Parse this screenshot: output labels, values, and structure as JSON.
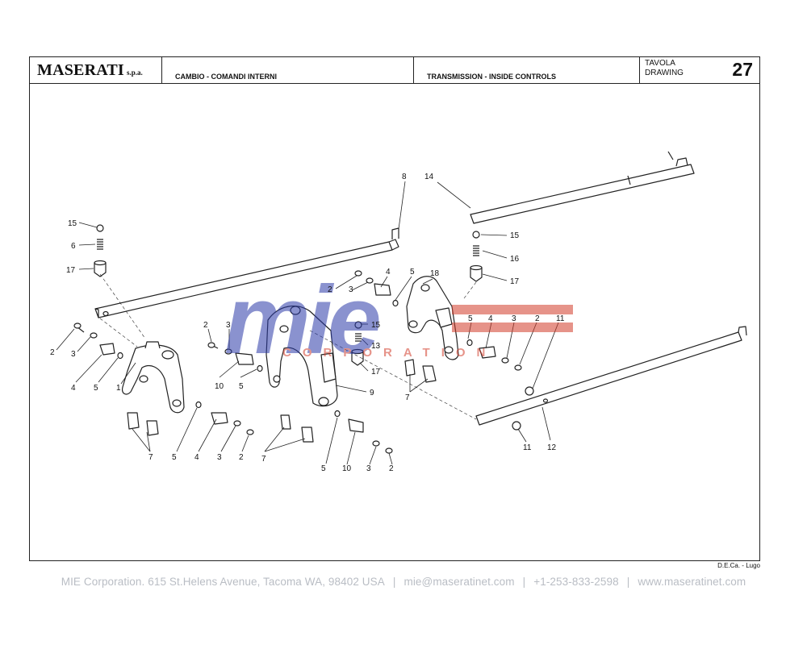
{
  "header": {
    "brand": "MASERATI",
    "brand_suffix": "s.p.a.",
    "title_it": "CAMBIO - COMANDI INTERNI",
    "title_en": "TRANSMISSION - INSIDE CONTROLS",
    "tavola": "TAVOLA",
    "drawing": "DRAWING",
    "number": "27"
  },
  "watermark": {
    "logo": "mie",
    "sub": "CORPORATION",
    "color_blue": "#2b3aa8",
    "color_red": "#d23c2a"
  },
  "callouts": [
    "15",
    "6",
    "17",
    "2",
    "3",
    "4",
    "5",
    "1",
    "7",
    "5",
    "4",
    "3",
    "2",
    "8",
    "2",
    "3",
    "4",
    "5",
    "18",
    "14",
    "15",
    "16",
    "17",
    "5",
    "4",
    "3",
    "2",
    "11",
    "2",
    "3",
    "10",
    "5",
    "15",
    "13",
    "17",
    "9",
    "7",
    "7",
    "5",
    "10",
    "3",
    "2",
    "11",
    "12"
  ],
  "credit": "D.E.Ca. - Lugo",
  "footer": {
    "company": "MIE Corporation. 615 St.Helens Avenue, Tacoma WA, 98402 USA",
    "email": "mie@maseratinet.com",
    "phone": "+1-253-833-2598",
    "web": "www.maseratinet.com"
  }
}
